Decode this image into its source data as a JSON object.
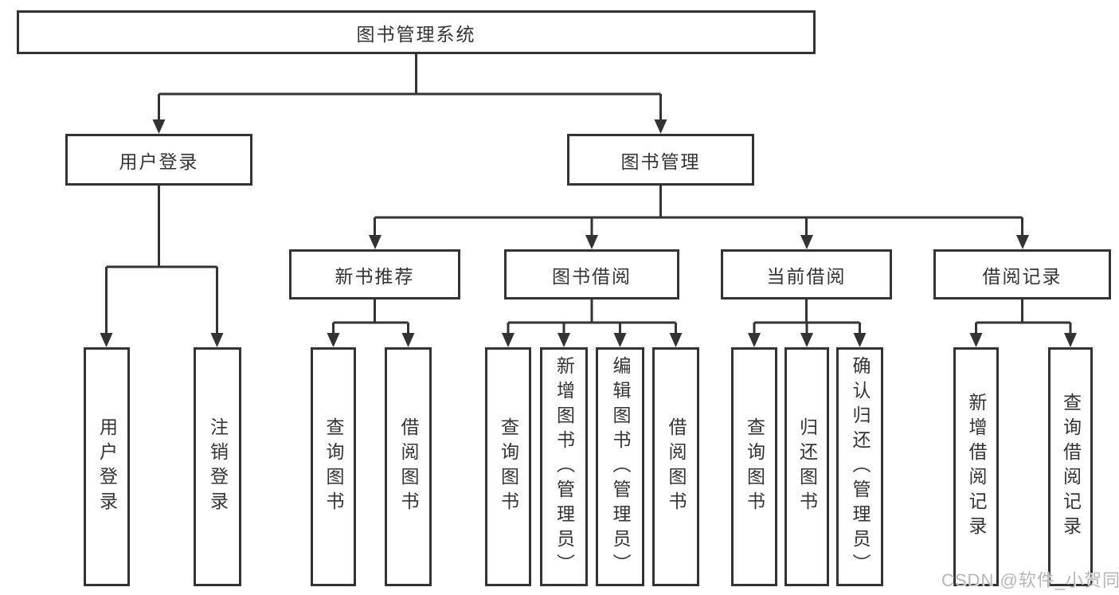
{
  "diagram": {
    "root": {
      "label": "图书管理系统"
    },
    "branches": [
      {
        "label": "用户登录",
        "children": [
          {
            "label": "用户登录"
          },
          {
            "label": "注销登录"
          }
        ]
      },
      {
        "label": "图书管理",
        "children": [
          {
            "label": "新书推荐",
            "children": [
              {
                "label": "查询图书"
              },
              {
                "label": "借阅图书"
              }
            ]
          },
          {
            "label": "图书借阅",
            "children": [
              {
                "label": "查询图书"
              },
              {
                "label": "新增图书（管理员）"
              },
              {
                "label": "编辑图书（管理员）"
              },
              {
                "label": "借阅图书"
              }
            ]
          },
          {
            "label": "当前借阅",
            "children": [
              {
                "label": "查询图书"
              },
              {
                "label": "归还图书"
              },
              {
                "label": "确认归还（管理员）"
              }
            ]
          },
          {
            "label": "借阅记录",
            "children": [
              {
                "label": "新增借阅记录"
              },
              {
                "label": "查询借阅记录"
              }
            ]
          }
        ]
      }
    ]
  },
  "watermark": {
    "text": "CSDN @软件_小贺同学"
  },
  "colors": {
    "line": "#333333",
    "text": "#343434",
    "background": "#ffffff",
    "watermark": "#b3b6ba"
  }
}
